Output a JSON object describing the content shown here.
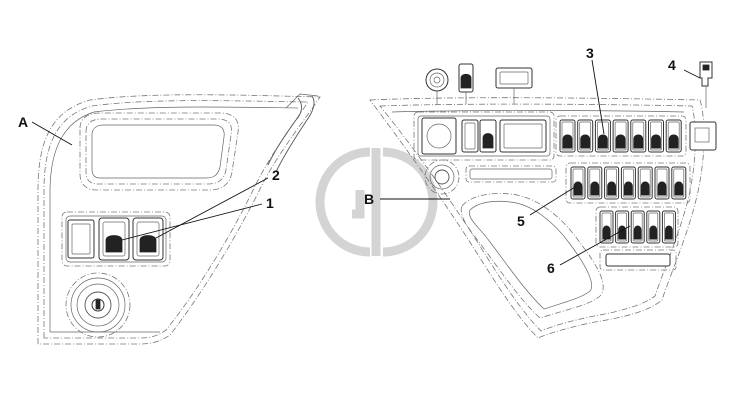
{
  "diagram": {
    "labels": {
      "A": "A",
      "B": "B",
      "one": "1",
      "two": "2",
      "three": "3",
      "four": "4",
      "five": "5",
      "six": "6"
    },
    "watermark_icon": "cd-logo-watermark-icon"
  }
}
